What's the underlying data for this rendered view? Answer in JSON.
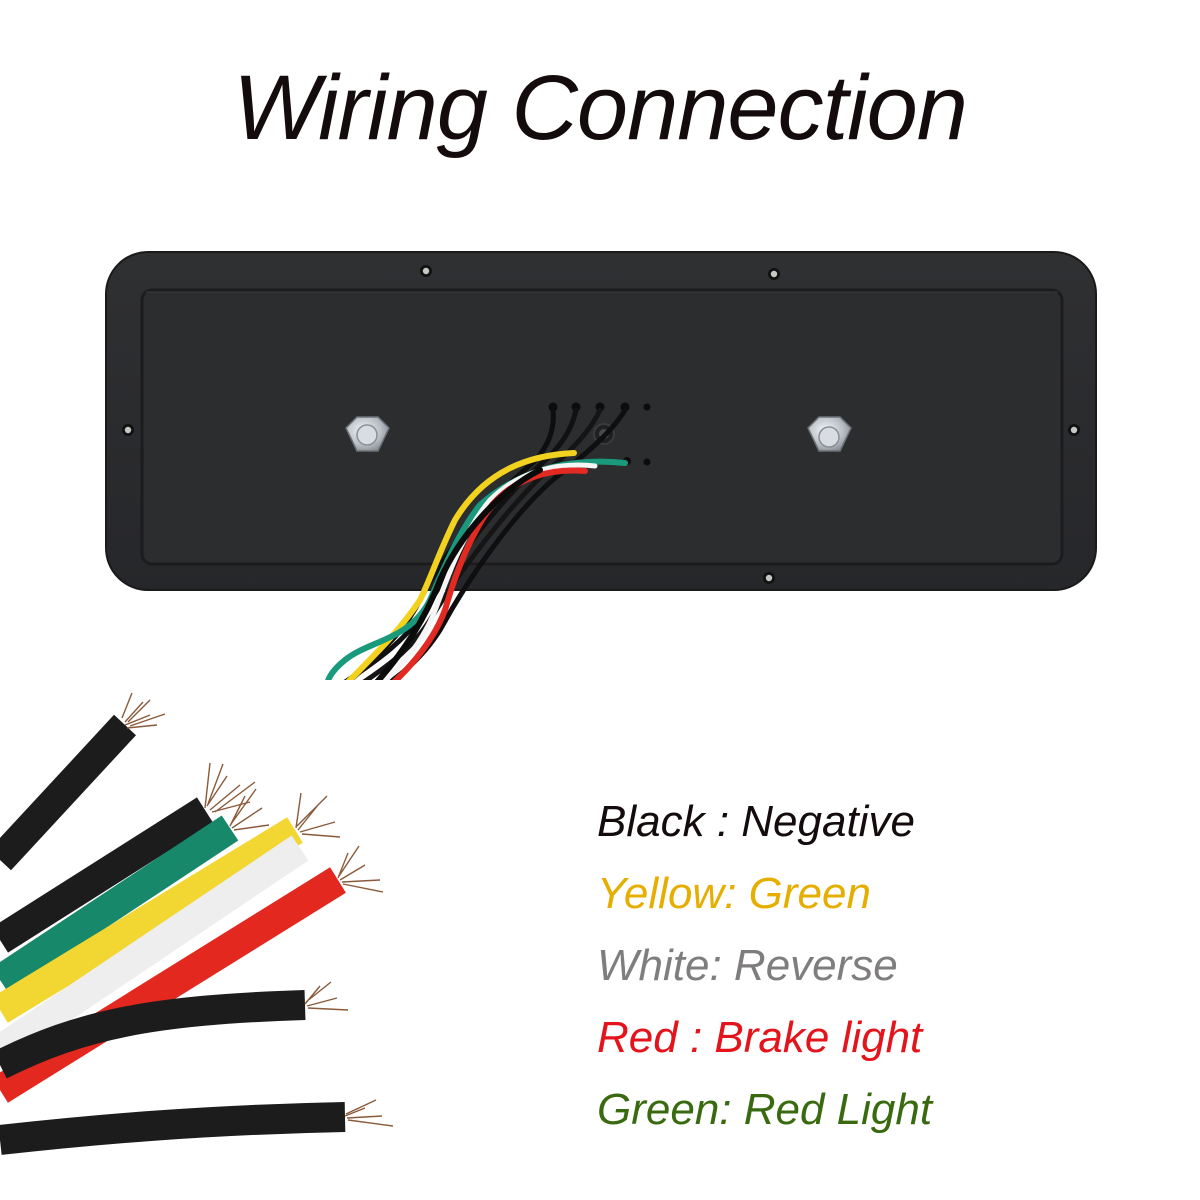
{
  "title": "Wiring Connection",
  "product": {
    "name": "tail-light-back-housing",
    "housing_color": "#2a2b2d",
    "inner_panel_color": "#2c2d2f",
    "wire_colors_from_housing": [
      "#f2d21e",
      "#1a9a7c",
      "#ffffff",
      "#e32a22",
      "#111111"
    ]
  },
  "legend": {
    "items": [
      {
        "wire": "Black",
        "separator": " : ",
        "function": "Negative",
        "text": "Black : Negative",
        "color": "#140c0c"
      },
      {
        "wire": "Yellow",
        "separator": ": ",
        "function": "Green",
        "text": "Yellow: Green",
        "color": "#e6ae00"
      },
      {
        "wire": "White",
        "separator": ": ",
        "function": "Reverse",
        "text": "White: Reverse",
        "color": "#7f7d7d"
      },
      {
        "wire": "Red",
        "separator": " : ",
        "function": "Brake light",
        "text": "Red : Brake light",
        "color": "#e3141b"
      },
      {
        "wire": "Green",
        "separator": ": ",
        "function": "Red Light",
        "text": "Green: Red Light",
        "color": "#3a6a10"
      }
    ]
  },
  "wire_ends": [
    {
      "color": "black",
      "hex": "#1c1c1c"
    },
    {
      "color": "black",
      "hex": "#1c1c1c"
    },
    {
      "color": "green",
      "hex": "#17886a"
    },
    {
      "color": "yellow",
      "hex": "#f2d631"
    },
    {
      "color": "white",
      "hex": "#f6f6f6"
    },
    {
      "color": "red",
      "hex": "#e2281f"
    },
    {
      "color": "black",
      "hex": "#1c1c1c"
    },
    {
      "color": "black",
      "hex": "#1c1c1c"
    }
  ]
}
